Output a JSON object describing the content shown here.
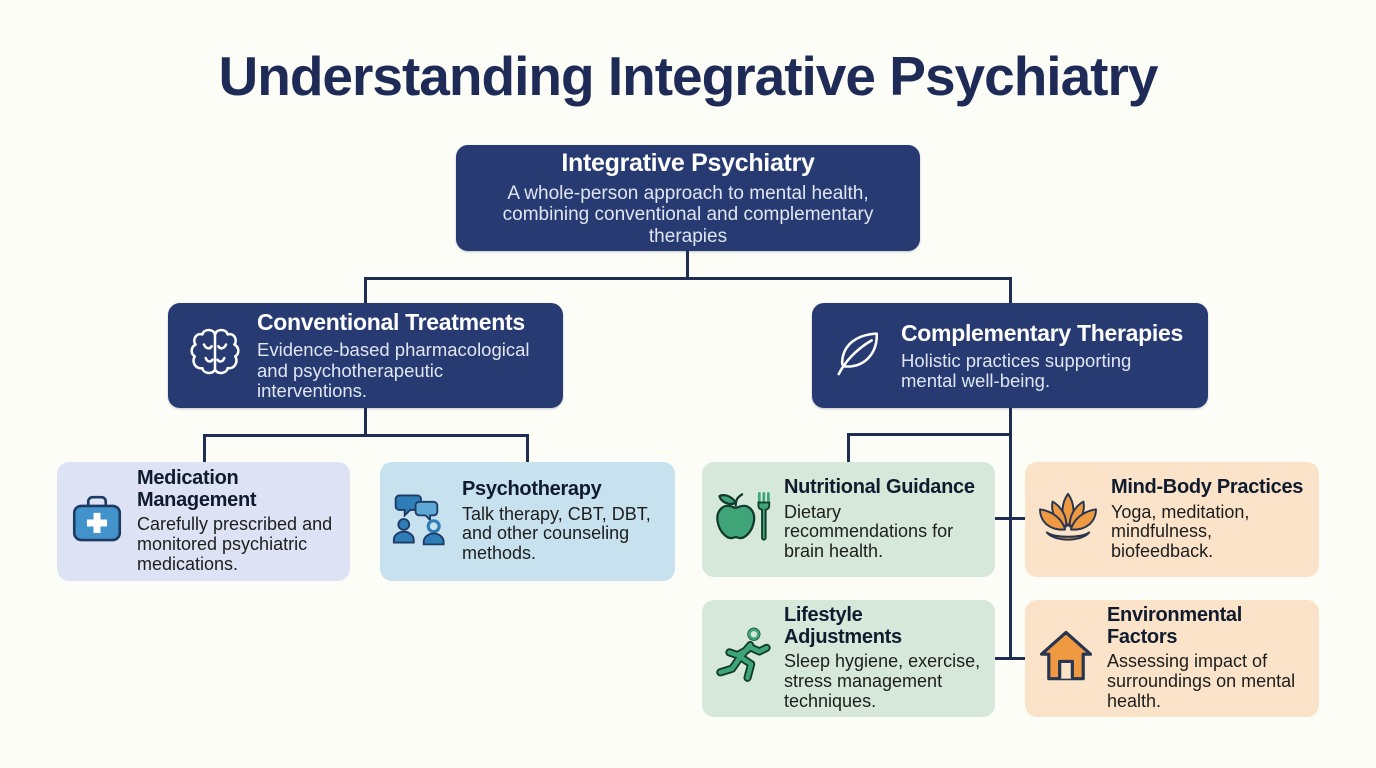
{
  "page": {
    "title": "Understanding Integrative Psychiatry"
  },
  "root": {
    "title": "Integrative Psychiatry",
    "description": "A whole-person approach to mental health, combining conventional and complementary therapies"
  },
  "branches": [
    {
      "id": "conventional",
      "icon": "brain-icon",
      "title": "Conventional Treatments",
      "description": "Evidence-based pharmacological and psychotherapeutic interventions."
    },
    {
      "id": "complementary",
      "icon": "leaf-icon",
      "title": "Complementary Therapies",
      "description": "Holistic practices supporting mental well-being."
    }
  ],
  "leaves": [
    {
      "id": "medication-management",
      "icon": "medical-kit-icon",
      "parent": "conventional",
      "title": "Medication Management",
      "description": "Carefully prescribed and monitored psychiatric medications."
    },
    {
      "id": "psychotherapy",
      "icon": "chat-people-icon",
      "parent": "conventional",
      "title": "Psychotherapy",
      "description": "Talk therapy, CBT, DBT, and other counseling methods."
    },
    {
      "id": "nutritional-guidance",
      "icon": "apple-fork-icon",
      "parent": "complementary",
      "title": "Nutritional Guidance",
      "description": "Dietary recommendations for brain health."
    },
    {
      "id": "mind-body-practices",
      "icon": "lotus-icon",
      "parent": "complementary",
      "title": "Mind-Body Practices",
      "description": "Yoga, meditation, mindfulness, biofeedback."
    },
    {
      "id": "lifestyle-adjustments",
      "icon": "running-person-icon",
      "parent": "complementary",
      "title": "Lifestyle Adjustments",
      "description": "Sleep hygiene, exercise, stress management techniques."
    },
    {
      "id": "environmental-factors",
      "icon": "house-icon",
      "parent": "complementary",
      "title": "Environmental Factors",
      "description": "Assessing impact of surroundings on mental health."
    }
  ],
  "colors": {
    "page_bg": "#fdfdf8",
    "navy_node": "#273a72",
    "connector_line": "#1f2d52",
    "page_title_text": "#1e2b57",
    "medication_card_bg": "#dde3f4",
    "psychotherapy_card_bg": "#c7e1ee",
    "green_card_bg": "#d6e8da",
    "peach_card_bg": "#fae3c8",
    "blue_icon": "#4292cc",
    "green_icon": "#3fa578",
    "orange_icon": "#ef9a42"
  }
}
